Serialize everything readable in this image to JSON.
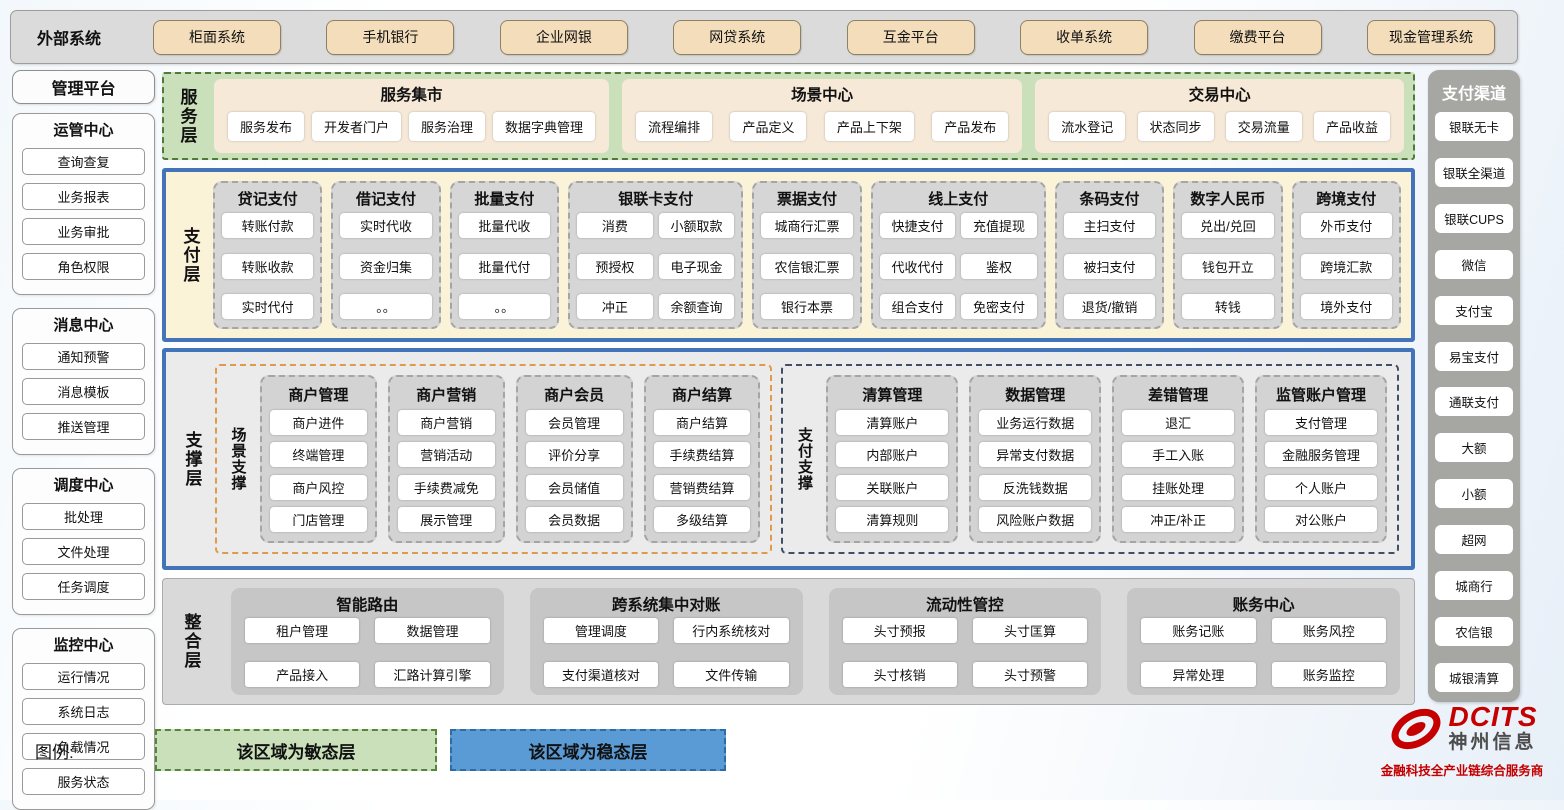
{
  "external_systems": {
    "label": "外部系统",
    "items": [
      "柜面系统",
      "手机银行",
      "企业网银",
      "网贷系统",
      "互金平台",
      "收单系统",
      "缴费平台",
      "现金管理系统"
    ]
  },
  "management_platform": {
    "title": "管理平台",
    "groups": [
      {
        "title": "运管中心",
        "items": [
          "查询查复",
          "业务报表",
          "业务审批",
          "角色权限"
        ]
      },
      {
        "title": "消息中心",
        "items": [
          "通知预警",
          "消息模板",
          "推送管理"
        ]
      },
      {
        "title": "调度中心",
        "items": [
          "批处理",
          "文件处理",
          "任务调度"
        ]
      },
      {
        "title": "监控中心",
        "items": [
          "运行情况",
          "系统日志",
          "负载情况",
          "服务状态"
        ]
      }
    ]
  },
  "service_layer": {
    "label": "服务层",
    "groups": [
      {
        "title": "服务集市",
        "items": [
          "服务发布",
          "开发者门户",
          "服务治理",
          "数据字典管理"
        ]
      },
      {
        "title": "场景中心",
        "items": [
          "流程编排",
          "产品定义",
          "产品上下架",
          "产品发布"
        ]
      },
      {
        "title": "交易中心",
        "items": [
          "流水登记",
          "状态同步",
          "交易流量",
          "产品收益"
        ]
      }
    ]
  },
  "payment_layer": {
    "label": "支付层",
    "columns": [
      {
        "title": "贷记支付",
        "items": [
          "转账付款",
          "转账收款",
          "实时代付"
        ]
      },
      {
        "title": "借记支付",
        "items": [
          "实时代收",
          "资金归集",
          "。。"
        ]
      },
      {
        "title": "批量支付",
        "items": [
          "批量代收",
          "批量代付",
          "。。"
        ]
      },
      {
        "title": "银联卡支付",
        "items": [
          "消费",
          "小额取款",
          "预授权",
          "电子现金",
          "冲正",
          "余额查询"
        ]
      },
      {
        "title": "票据支付",
        "items": [
          "城商行汇票",
          "农信银汇票",
          "银行本票"
        ]
      },
      {
        "title": "线上支付",
        "items": [
          "快捷支付",
          "充值提现",
          "代收代付",
          "鉴权",
          "组合支付",
          "免密支付"
        ]
      },
      {
        "title": "条码支付",
        "items": [
          "主扫支付",
          "被扫支付",
          "退货/撤销"
        ]
      },
      {
        "title": "数字人民币",
        "items": [
          "兑出/兑回",
          "钱包开立",
          "转钱"
        ]
      },
      {
        "title": "跨境支付",
        "items": [
          "外币支付",
          "跨境汇款",
          "境外支付"
        ]
      }
    ]
  },
  "support_layer": {
    "label": "支撑层",
    "sections": [
      {
        "label": "场景支撑",
        "columns": [
          {
            "title": "商户管理",
            "items": [
              "商户进件",
              "终端管理",
              "商户风控",
              "门店管理"
            ]
          },
          {
            "title": "商户营销",
            "items": [
              "商户营销",
              "营销活动",
              "手续费减免",
              "展示管理"
            ]
          },
          {
            "title": "商户会员",
            "items": [
              "会员管理",
              "评价分享",
              "会员储值",
              "会员数据"
            ]
          },
          {
            "title": "商户结算",
            "items": [
              "商户结算",
              "手续费结算",
              "营销费结算",
              "多级结算"
            ]
          }
        ]
      },
      {
        "label": "支付支撑",
        "columns": [
          {
            "title": "清算管理",
            "items": [
              "清算账户",
              "内部账户",
              "关联账户",
              "清算规则"
            ]
          },
          {
            "title": "数据管理",
            "items": [
              "业务运行数据",
              "异常支付数据",
              "反洗钱数据",
              "风险账户数据"
            ]
          },
          {
            "title": "差错管理",
            "items": [
              "退汇",
              "手工入账",
              "挂账处理",
              "冲正/补正"
            ]
          },
          {
            "title": "监管账户管理",
            "items": [
              "支付管理",
              "金融服务管理",
              "个人账户",
              "对公账户"
            ]
          }
        ]
      }
    ]
  },
  "integration_layer": {
    "label": "整合层",
    "groups": [
      {
        "title": "智能路由",
        "items": [
          "租户管理",
          "数据管理",
          "产品接入",
          "汇路计算引擎"
        ]
      },
      {
        "title": "跨系统集中对账",
        "items": [
          "管理调度",
          "行内系统核对",
          "支付渠道核对",
          "文件传输"
        ]
      },
      {
        "title": "流动性管控",
        "items": [
          "头寸预报",
          "头寸匡算",
          "头寸核销",
          "头寸预警"
        ]
      },
      {
        "title": "账务中心",
        "items": [
          "账务记账",
          "账务风控",
          "异常处理",
          "账务监控"
        ]
      }
    ]
  },
  "payment_channels": {
    "title": "支付渠道",
    "items": [
      "银联无卡",
      "银联全渠道",
      "银联CUPS",
      "微信",
      "支付宝",
      "易宝支付",
      "通联支付",
      "大额",
      "小额",
      "超网",
      "城商行",
      "农信银",
      "城银清算"
    ]
  },
  "legend": {
    "label": "图例:",
    "sensitive": "该区域为敏态层",
    "stable": "该区域为稳态层"
  },
  "logo": {
    "brand": "DCITS",
    "name": "神州信息",
    "tagline": "金融科技全产业链综合服务商"
  },
  "colors": {
    "stable_blue_border": "#4373B9",
    "agile_green_bg": "#C9E0BA",
    "legend_blue_bg": "#5B9BD5",
    "external_system_wheat": "#F4DDBB",
    "service_group_cream": "#F6E9D8",
    "column_gray": "#D6D6D6",
    "scene_support_orange_border": "#DF9A4A",
    "payment_support_navy_border": "#3F4F68",
    "channel_sidebar_gray": "#A6A6A2",
    "brand_red": "#C40000"
  }
}
